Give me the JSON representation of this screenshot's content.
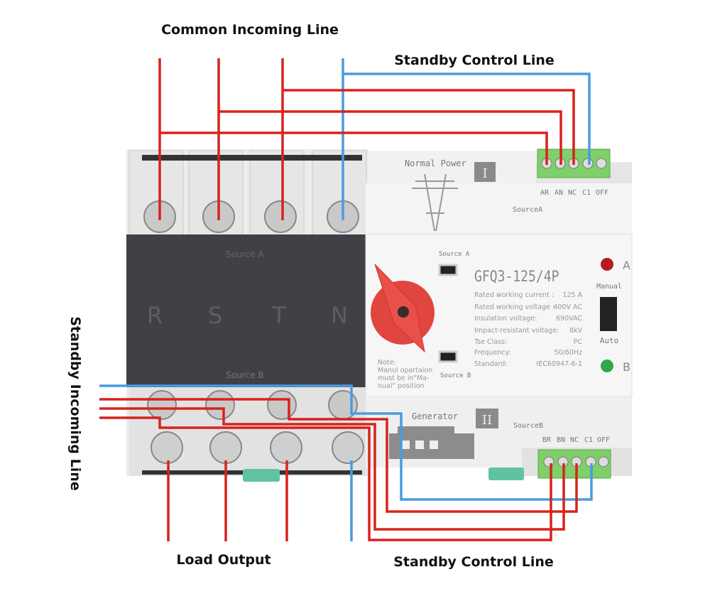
{
  "labels": {
    "common_incoming": "Common Incoming Line",
    "standby_control_top": "Standby Control Line",
    "standby_incoming": "Standby Incoming Line",
    "load_output": "Load Output",
    "standby_control_bottom": "Standby Control Line"
  },
  "device": {
    "normal_power": "Normal Power",
    "roman_1": "I",
    "source_a_label": "SourceA",
    "top_terminals": [
      "AR",
      "AN",
      "NC",
      "C1",
      "OFF"
    ],
    "generator": "Generator",
    "roman_2": "II",
    "source_b_label": "SourceB",
    "bottom_terminals": [
      "BR",
      "BN",
      "NC",
      "C1",
      "OFF"
    ],
    "cover_top": "Source A",
    "cover_bottom": "Source B",
    "phases": [
      "R",
      "S",
      "T",
      "N"
    ],
    "switch_source_a": "Source A",
    "switch_source_b": "Source B",
    "model": "GFQ3-125/4P",
    "specs": [
      {
        "k": "Rated working current :",
        "v": "125  A"
      },
      {
        "k": "Rated working voltage :",
        "v": "400V AC"
      },
      {
        "k": "Insulation voltage:",
        "v": "690VAC"
      },
      {
        "k": "Impact-resistant voltage:",
        "v": "8kV"
      },
      {
        "k": "Tse Class:",
        "v": "PC"
      },
      {
        "k": "Frequency:",
        "v": "50/60Hz"
      },
      {
        "k": "Standard:",
        "v": "IEC60947-6-1"
      }
    ],
    "note": [
      "Note:",
      "Manul opartaion",
      "must be in\"Ma-",
      "nual\" position"
    ],
    "manual": "Manual",
    "auto": "Auto",
    "led_a": "A",
    "led_b": "B"
  },
  "colors": {
    "live_wire": "#d8221c",
    "neutral_wire": "#4a9be0",
    "terminal_block": "#7fcf6a",
    "cover": "#3f4147",
    "handle": "#e0463f"
  }
}
